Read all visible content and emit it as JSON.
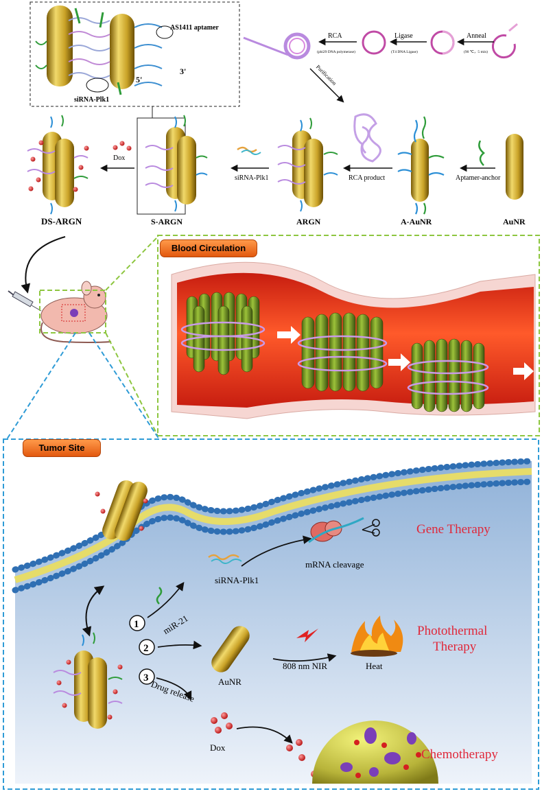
{
  "top_process": {
    "inset": {
      "aptamer_label": "AS1411 aptamer",
      "end3": "3'",
      "end5": "5'",
      "sirna_label": "siRNA-Plk1"
    },
    "steps": {
      "rca": "RCA",
      "rca_sub": "(phi29 DNA polymerase)",
      "ligase": "Ligase",
      "ligase_sub": "(T4 DNA Ligase)",
      "anneal": "Anneal",
      "anneal_sub": "(90 ℃，5 min)",
      "purification": "Purification",
      "rca_product": "RCA product",
      "aptamer_anchor": "Aptamer-anchor",
      "sirna_plk1": "siRNA-Plk1",
      "dox": "Dox"
    },
    "stages": [
      "DS-ARGN",
      "S-ARGN",
      "ARGN",
      "A-AuNR",
      "AuNR"
    ]
  },
  "blood": {
    "title": "Blood Circulation"
  },
  "tumor": {
    "title": "Tumor Site",
    "gene_therapy": "Gene Therapy",
    "photothermal_line1": "Photothermal",
    "photothermal_line2": "Therapy",
    "chemotherapy": "Chemotherapy",
    "mrna_cleavage": "mRNA cleavage",
    "sirna_plk1": "siRNA-Plk1",
    "step1": "1",
    "step2": "2",
    "step3": "3",
    "mir21": "miR-21",
    "aunr": "AuNR",
    "nir": "808 nm NIR",
    "heat": "Heat",
    "drug_release": "Drug release",
    "dox": "Dox"
  },
  "colors": {
    "gold": "#c9a227",
    "vessel_red": "#e8381c",
    "pill_orange": "#f07a2a",
    "green_dash": "#8dc63f",
    "blue_dash": "#2e9bd6",
    "membrane_blue": "#2f6fb3",
    "cell_bg": "#b9cfe6",
    "red_text": "#e0283a",
    "dox_red": "#d42020"
  }
}
